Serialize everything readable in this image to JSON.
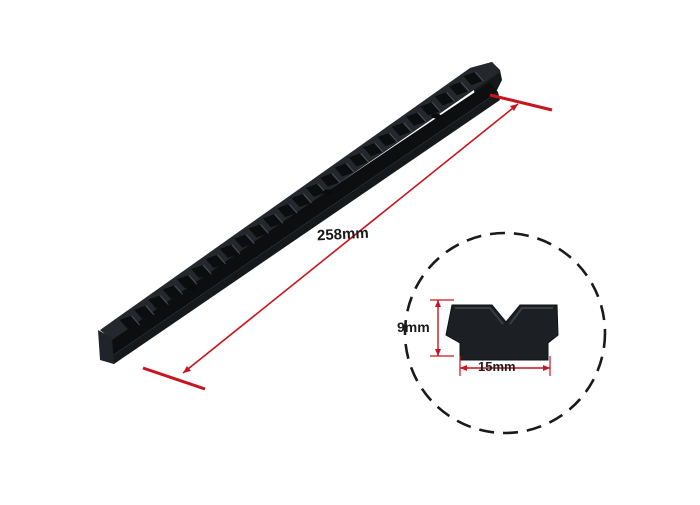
{
  "product": {
    "name_icon": "picatinny-rail-icon",
    "detail_icon": "rail-cross-section-icon"
  },
  "dimensions": {
    "length": "258mm",
    "height": "9mm",
    "width": "15mm"
  },
  "colors": {
    "rail_body": "#1b1e22",
    "rail_top": "#2e3237",
    "rail_side": "#0d0f11",
    "dimension_line": "#c8141c",
    "detail_circle": "#1a1a1a"
  }
}
